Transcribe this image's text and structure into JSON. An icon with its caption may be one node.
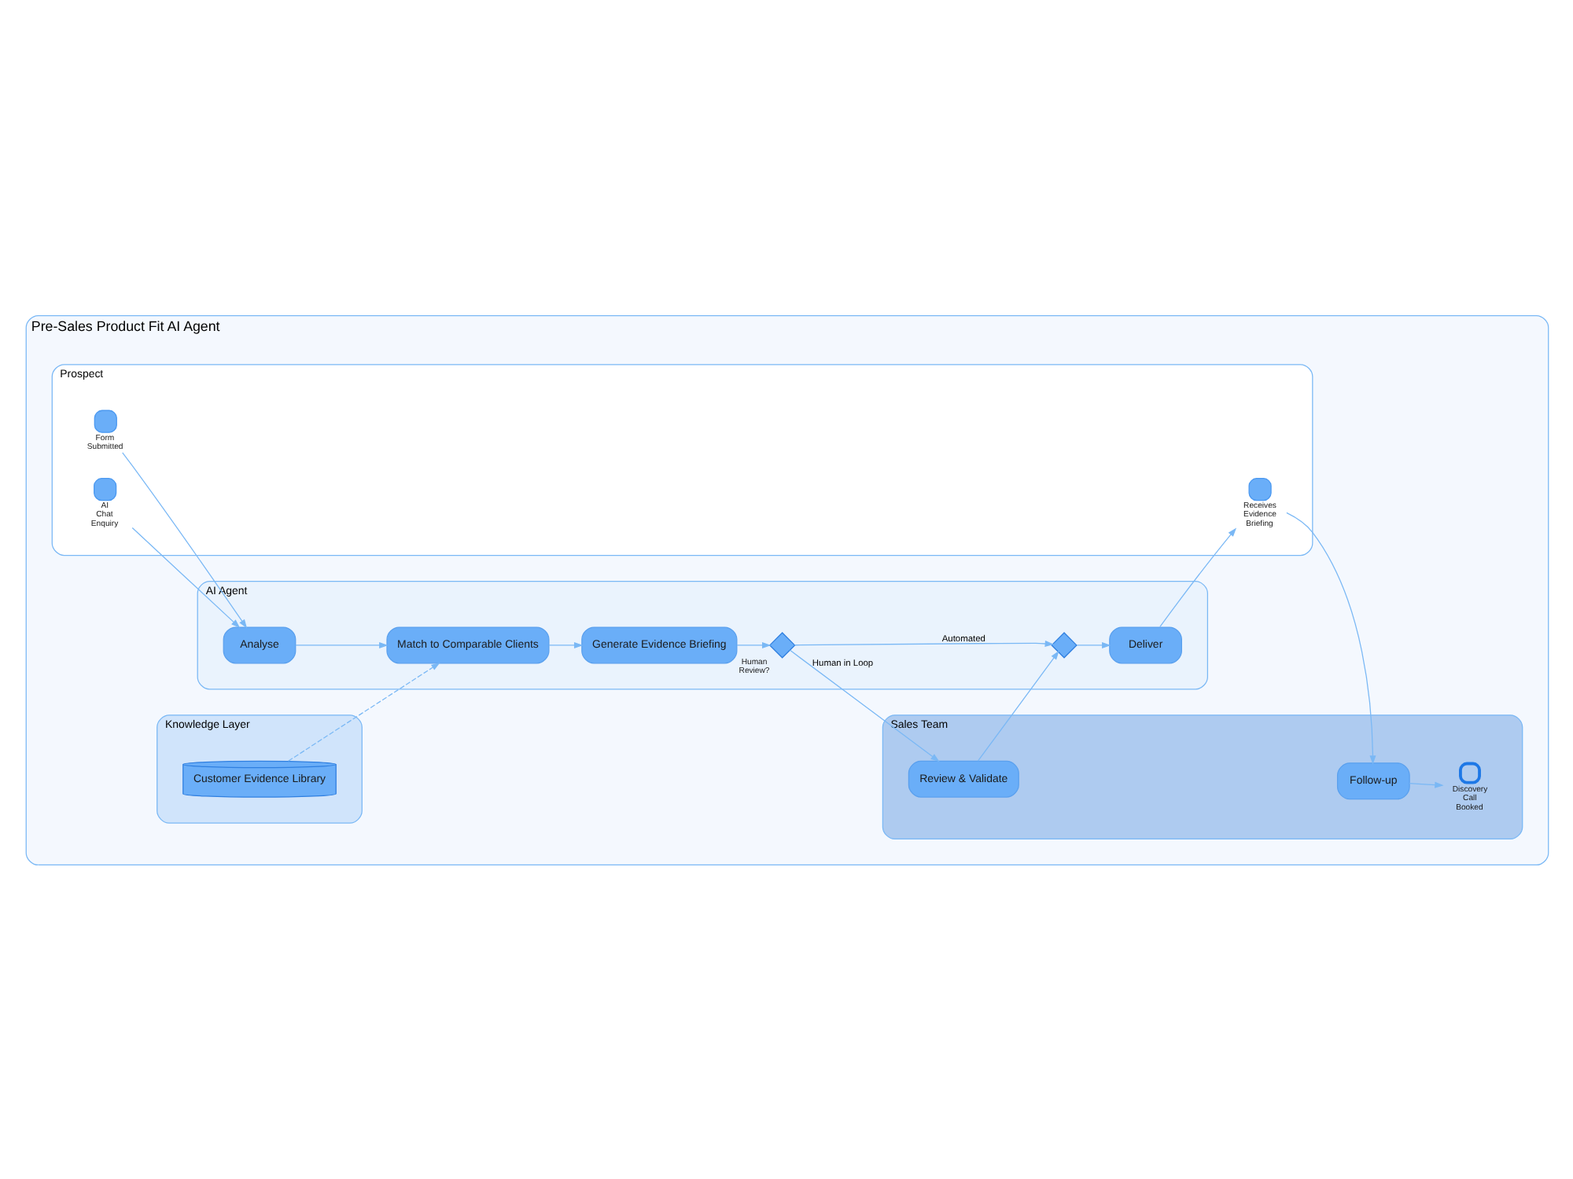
{
  "diagram": {
    "nodes": [
      {
        "text": [
          "Pre-Sales Product Fit AI Agent"
        ]
      },
      {
        "text": [
          "Prospect"
        ],
        "in": 0
      },
      {
        "text": [],
        "shape": "circle",
        "beside": [
          "AI Chat Enquiry"
        ],
        "in": 1
      },
      {
        "text": [],
        "shape": "circle",
        "beside": [
          "Form Submitted"
        ],
        "in": 1
      },
      {
        "text": [],
        "shape": "circle",
        "beside": [
          "Receives Evidence Briefing"
        ],
        "in": 1
      },
      {
        "text": [
          "AI Agent"
        ],
        "in": 0
      },
      {
        "text": [
          "Analyse"
        ],
        "in": 5
      },
      {
        "text": [
          "Match to Comparable Clients"
        ],
        "in": 5
      },
      {
        "text": [
          "Generate Evidence Briefing"
        ],
        "in": 5
      },
      {
        "text": [],
        "shape": "diamond",
        "beside": [
          "Human Review?"
        ],
        "in": 5
      },
      {
        "text": [],
        "shape": "diamond",
        "in": 5
      },
      {
        "text": [
          "Deliver"
        ],
        "in": 5
      },
      {
        "text": [
          "Knowledge Layer"
        ],
        "in": 0
      },
      {
        "text": [
          "Customer Evidence Library"
        ],
        "in": 12
      },
      {
        "text": [
          "Sales Team"
        ],
        "in": 0
      },
      {
        "text": [
          "Review & Validate"
        ],
        "in": 14
      },
      {
        "text": [
          "Follow-up"
        ],
        "in": 14
      },
      {
        "text": [],
        "shape": "circle",
        "beside": [
          "Discovery Call Booked"
        ],
        "in": 14
      }
    ],
    "edges": [
      {
        "from": 2,
        "to": 6,
        "arrow": "to"
      },
      {
        "from": 3,
        "to": 6,
        "arrow": "to"
      },
      {
        "from": 6,
        "to": 7,
        "arrow": "to"
      },
      {
        "from": 7,
        "to": 8,
        "arrow": "to"
      },
      {
        "from": 8,
        "to": 9,
        "arrow": "to"
      },
      {
        "from": 9,
        "to": 10,
        "arrow": "to",
        "label": "Automated"
      },
      {
        "from": 10,
        "to": 11,
        "arrow": "to"
      },
      {
        "from": 13,
        "to": 7,
        "arrow": "to",
        "style": "dashed"
      },
      {
        "from": 9,
        "to": 15,
        "arrow": "to",
        "label": "Human in Loop"
      },
      {
        "from": 15,
        "to": 10,
        "arrow": "to"
      },
      {
        "from": 11,
        "to": 4,
        "arrow": "to"
      },
      {
        "from": 4,
        "to": 16,
        "arrow": "to"
      },
      {
        "from": 16,
        "to": 17,
        "arrow": "to"
      }
    ]
  }
}
